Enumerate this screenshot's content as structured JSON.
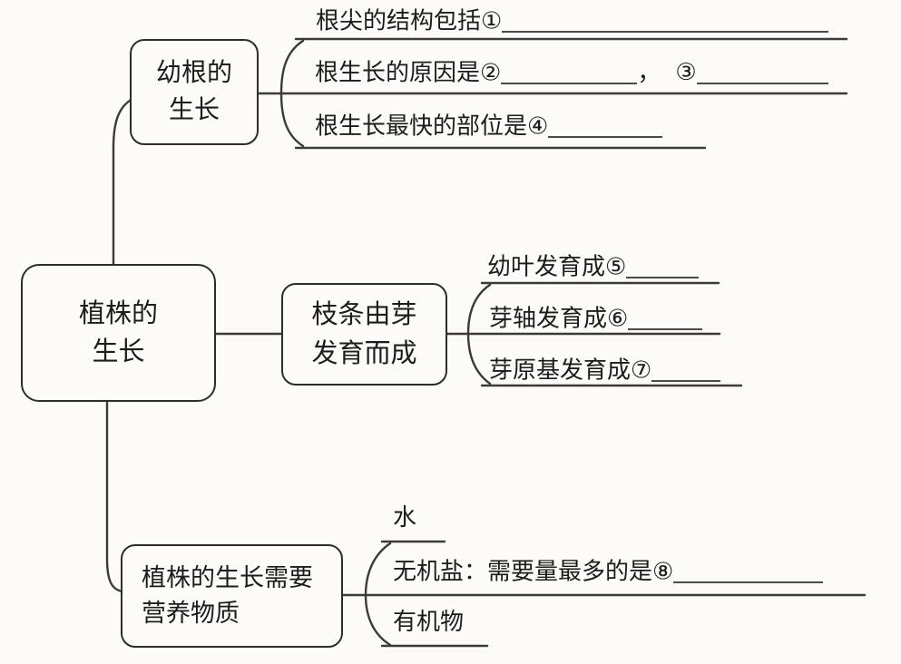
{
  "page": {
    "background": "#fcfbf8",
    "ink": "#2d2d2d"
  },
  "root": {
    "line1": "植株的",
    "line2": "生长"
  },
  "branch_young_root": {
    "box_line1": "幼根的",
    "box_line2": "生长",
    "item1": "根尖的结构包括①",
    "item2_a": "根生长的原因是②",
    "item2_comma": "，",
    "item2_b": "③",
    "item3": "根生长最快的部位是④"
  },
  "branch_twig": {
    "box_line1": "枝条由芽",
    "box_line2": "发育而成",
    "item1": "幼叶发育成⑤",
    "item2": "芽轴发育成⑥",
    "item3": "芽原基发育成⑦"
  },
  "branch_nutrients": {
    "box_line1": "植株的生长需要",
    "box_line2": "营养物质",
    "item1": "水",
    "item2": "无机盐：需要量最多的是⑧",
    "item3": "有机物"
  }
}
